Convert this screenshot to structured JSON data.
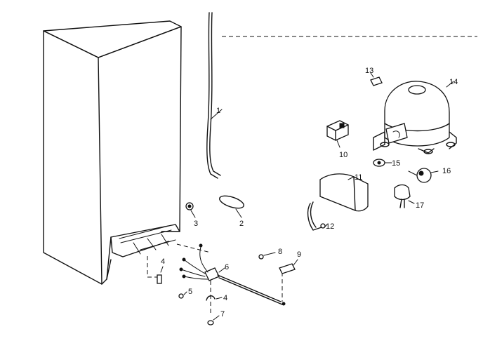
{
  "callouts": {
    "c1": "1",
    "c2": "2",
    "c3": "3",
    "c4a": "4",
    "c4b": "4",
    "c5": "5",
    "c6": "6",
    "c7": "7",
    "c8": "8",
    "c9": "9",
    "c10": "10",
    "c11": "11",
    "c12": "12",
    "c13": "13",
    "c14": "14",
    "c15": "15",
    "c16": "16",
    "c17": "17"
  },
  "colors": {
    "ink": "#111111",
    "background": "#ffffff"
  }
}
